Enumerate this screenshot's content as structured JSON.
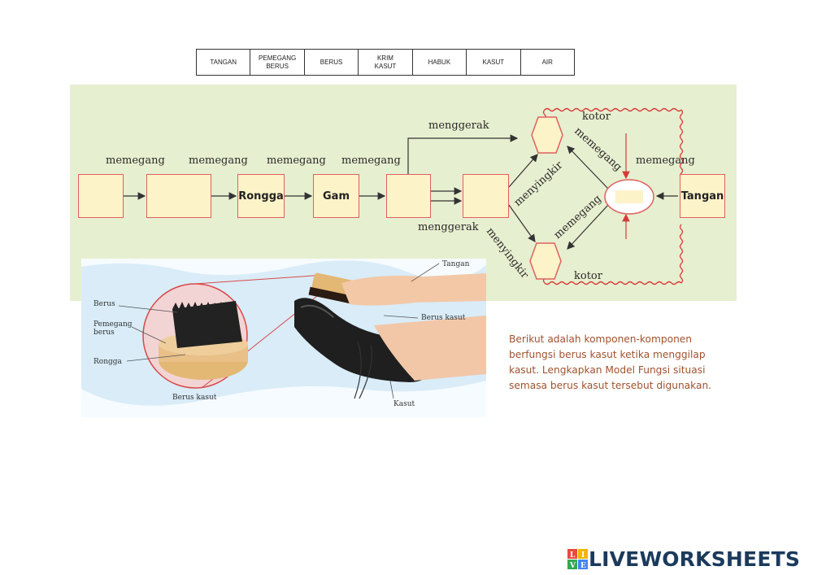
{
  "word_bank": [
    "TANGAN",
    "PEMEGANG\nBERUS",
    "BERUS",
    "KRIM\nKASUT",
    "HABUK",
    "KASUT",
    "AIR"
  ],
  "diagram": {
    "labels": {
      "memegang_1": "memegang",
      "memegang_2": "memegang",
      "memegang_3": "memegang",
      "memegang_4": "memegang",
      "memegang_right": "memegang",
      "menggerak_top": "menggerak",
      "menggerak_bottom": "menggerak",
      "menyingkir_top": "menyingkir",
      "menyingkir_bottom": "menyingkir",
      "memegang_diag_top": "memegang",
      "memegang_diag_bottom": "memegang",
      "kotor_top": "kotor",
      "kotor_bottom": "kotor"
    },
    "boxes": {
      "rongga": "Rongga",
      "gam": "Gam",
      "tangan": "Tangan"
    },
    "colors": {
      "panel": "#e6efcf",
      "box_fill": "#fdf3c8",
      "box_border": "#e06060",
      "wavy": "#d63a3a"
    }
  },
  "illustration": {
    "labels": {
      "tangan": "Tangan",
      "berus": "Berus",
      "pemegang_berus": "Pemegang\nberus",
      "rongga": "Rongga",
      "berus_kasut_main": "Berus kasut",
      "berus_kasut_side": "Berus kasut",
      "kasut": "Kasut"
    }
  },
  "instruction": {
    "lines": [
      "Berikut adalah komponen-komponen",
      "berfungsi berus kasut ketika menggilap",
      "kasut. Lengkapkan Model Fungsi situasi",
      "semasa berus kasut tersebut digunakan."
    ],
    "color": "#a0522d"
  },
  "brand": {
    "logo_text": "LIVEWORKSHEETS",
    "logo_badge": [
      "L",
      "I",
      "V",
      "E"
    ]
  }
}
